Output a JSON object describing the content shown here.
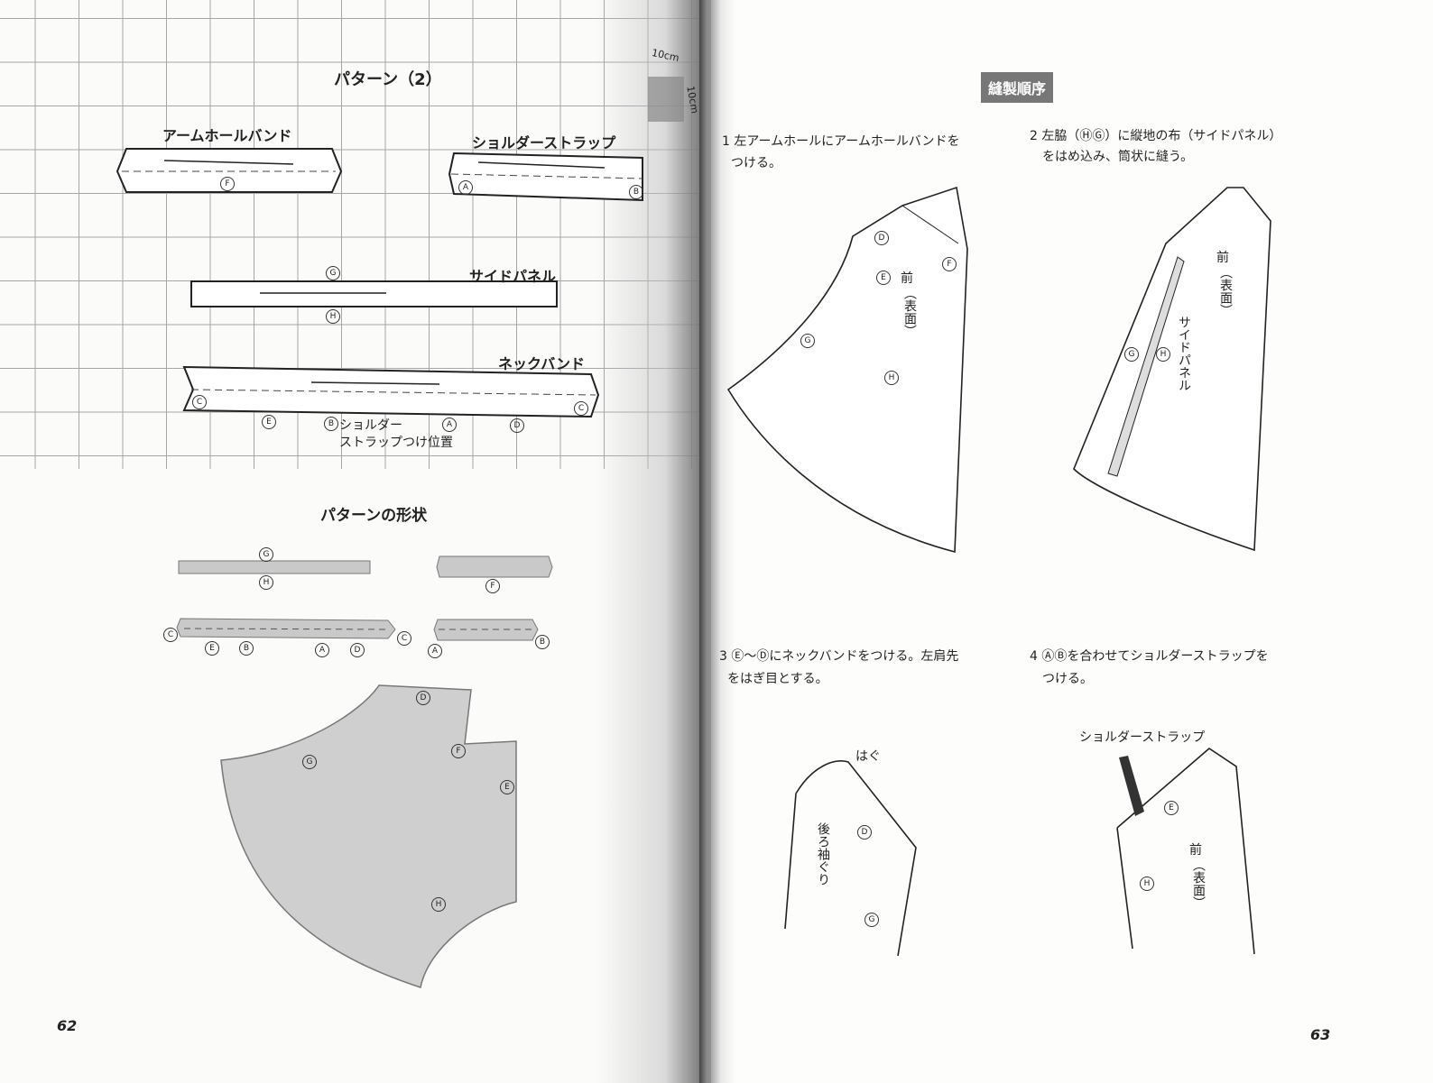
{
  "left": {
    "pattern_title": "パターン（2）",
    "scale_label_h": "10cm",
    "scale_label_v": "10cm",
    "armhole_band": "アームホールバンド",
    "shoulder_strap": "ショルダーストラップ",
    "side_panel": "サイドパネル",
    "neck_band": "ネックバンド",
    "strap_position_1": "ショルダー",
    "strap_position_2": "ストラップつけ位置",
    "shape_title": "パターンの形状",
    "page_number": "62"
  },
  "right": {
    "section_title": "縫製順序",
    "step1_line1": "1  左アームホールにアームホールバンドを",
    "step1_line2": "つける。",
    "step2_line1": "2  左脇（ⒽⒼ）に縦地の布（サイドパネル）",
    "step2_line2": "をはめ込み、筒状に縫う。",
    "step3_line1": "3  Ⓔ～Ⓓにネックバンドをつける。左肩先",
    "step3_line2": "をはぎ目とする。",
    "step4_line1": "4  ⒶⒷを合わせてショルダーストラップを",
    "step4_line2": "つける。",
    "front": "前",
    "front_surface": "（表面）",
    "side_panel_label": "サイドパネル",
    "hagu": "はぐ",
    "back_armhole": "後ろ袖ぐり",
    "shoulder_strap_label": "ショルダーストラップ",
    "page_number": "63"
  },
  "markers": {
    "A": "A",
    "B": "B",
    "C": "C",
    "D": "D",
    "E": "E",
    "F": "F",
    "G": "G",
    "H": "H"
  }
}
